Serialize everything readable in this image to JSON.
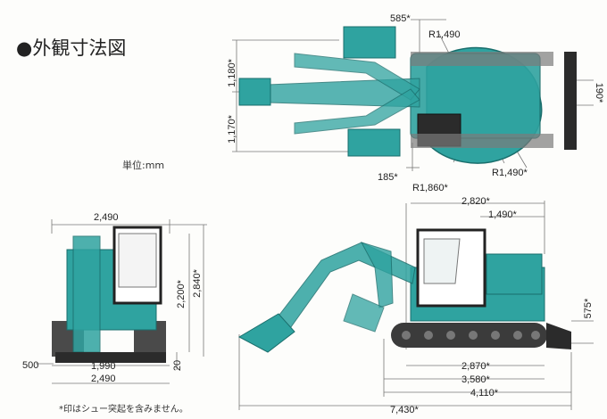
{
  "title": "●外観寸法図",
  "unit_label": "単位:mm",
  "footnote": "*印はシュー突起を含みません。",
  "colors": {
    "body": "#2fa3a0",
    "body_dark": "#1a6e6c",
    "track": "#3b3b3b",
    "dim_line": "#555555"
  },
  "top_view": {
    "dims": {
      "d585": "585*",
      "r1490_top": "R1,490",
      "d1180": "1,180*",
      "d1170": "1,170*",
      "d190": "190*",
      "d185": "185*",
      "r1860": "R1,860*",
      "r1490_bottom": "R1,490*"
    }
  },
  "front_view": {
    "dims": {
      "width_top": "2,490",
      "h2200": "2,200*",
      "h2840": "2,840*",
      "d500": "500",
      "d1990": "1,990",
      "d20": "20",
      "width_bottom": "2,490"
    }
  },
  "side_view": {
    "dims": {
      "d2820": "2,820*",
      "d1490": "1,490*",
      "d575": "575*",
      "d2870": "2,870*",
      "d3580": "3,580*",
      "d4110": "4,110*",
      "d7430": "7,430*"
    }
  }
}
